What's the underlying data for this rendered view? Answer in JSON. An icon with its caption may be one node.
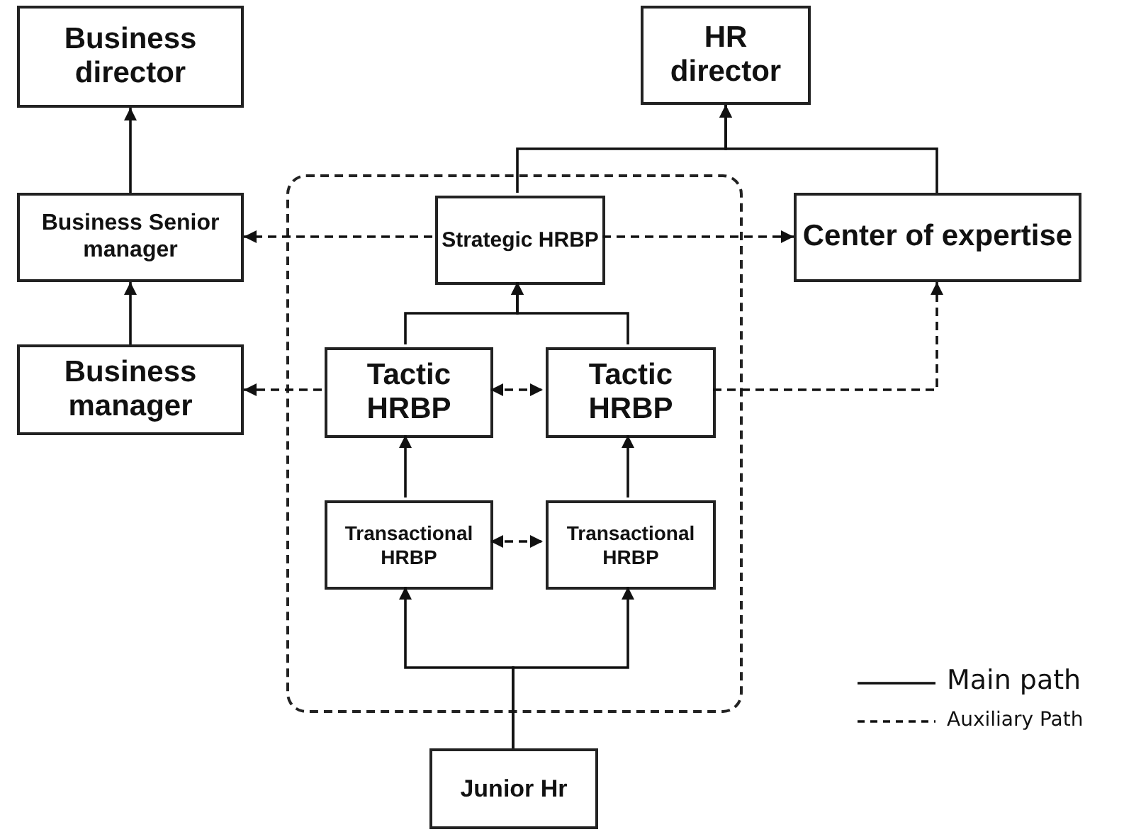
{
  "diagram": {
    "nodes": [
      {
        "text": [
          "Business director"
        ]
      },
      {
        "text": [
          "HR director"
        ]
      },
      {
        "text": [
          "Business Senior manager"
        ]
      },
      {
        "text": [],
        "shape": "box"
      },
      {
        "text": [
          "Strategic HRBP"
        ],
        "in": 3
      },
      {
        "text": [
          "Center of expertise"
        ]
      },
      {
        "text": [
          "Business manager"
        ]
      },
      {
        "text": [
          "Tactic HRBP"
        ],
        "in": 3
      },
      {
        "text": [
          "Tactic HRBP"
        ],
        "in": 3
      },
      {
        "text": [
          "Transactional HRBP"
        ],
        "in": 3
      },
      {
        "text": [
          "Transactional HRBP"
        ],
        "in": 3
      },
      {
        "text": [
          "Junior Hr"
        ]
      }
    ],
    "edges": [
      {
        "from": 2,
        "to": 0,
        "arrow": "to"
      },
      {
        "from": 6,
        "to": 2,
        "arrow": "to"
      },
      {
        "from": 4,
        "to": 1,
        "arrow": "to"
      },
      {
        "from": 5,
        "to": 1,
        "arrow": "to"
      },
      {
        "from": 4,
        "to": 2,
        "arrow": "to",
        "style": "dashed"
      },
      {
        "from": 4,
        "to": 5,
        "arrow": "to",
        "style": "dashed"
      },
      {
        "from": 7,
        "to": 4,
        "arrow": "to"
      },
      {
        "from": 8,
        "to": 4,
        "arrow": "to"
      },
      {
        "from": 7,
        "to": 6,
        "arrow": "to",
        "style": "dashed"
      },
      {
        "from": 7,
        "to": 8,
        "arrow": "both",
        "style": "dashed"
      },
      {
        "from": 8,
        "to": 5,
        "arrow": "to",
        "style": "dashed"
      },
      {
        "from": 9,
        "to": 7,
        "arrow": "to"
      },
      {
        "from": 10,
        "to": 8,
        "arrow": "to"
      },
      {
        "from": 9,
        "to": 10,
        "arrow": "both",
        "style": "dashed"
      },
      {
        "from": 11,
        "to": 9,
        "arrow": "to"
      },
      {
        "from": 11,
        "to": 10,
        "arrow": "to"
      }
    ],
    "legend": [
      {
        "text": "Main path"
      },
      {
        "text": "Auxiliary Path"
      }
    ]
  }
}
